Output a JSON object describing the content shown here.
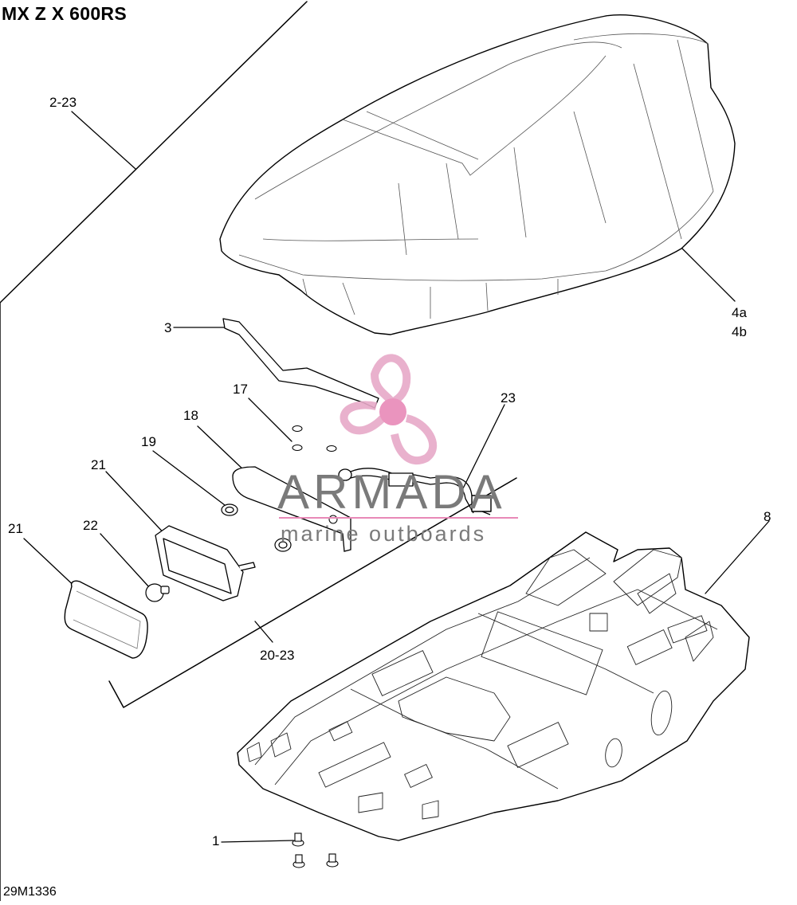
{
  "title": "MX Z X 600RS",
  "drawing_code": "29M1336",
  "callouts": {
    "c_2_23": "2-23",
    "c_4a": "4a",
    "c_4b": "4b",
    "c_3": "3",
    "c_17": "17",
    "c_18": "18",
    "c_19": "19",
    "c_21a": "21",
    "c_21b": "21",
    "c_22": "22",
    "c_23": "23",
    "c_8": "8",
    "c_20_23": "20-23",
    "c_1": "1"
  },
  "watermark": {
    "brand": "ARMADA",
    "tagline": "marine outboards",
    "colors": {
      "propeller": "#e7a9c8",
      "hub": "#e889b7",
      "text": "#7a7a7a"
    }
  }
}
